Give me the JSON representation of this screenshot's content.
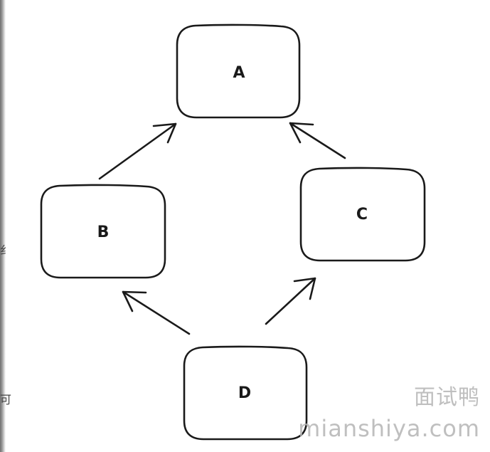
{
  "nodes": {
    "a": {
      "label": "A"
    },
    "b": {
      "label": "B"
    },
    "c": {
      "label": "C"
    },
    "d": {
      "label": "D"
    }
  },
  "watermark": {
    "chinese": "面试鸭",
    "site": "mianshiya.com"
  },
  "edge_fragments": {
    "top": "纟",
    "bottom": "可"
  },
  "colors": {
    "stroke": "#1a1a1a",
    "background": "#ffffff",
    "watermark": "#b4b4b4"
  }
}
